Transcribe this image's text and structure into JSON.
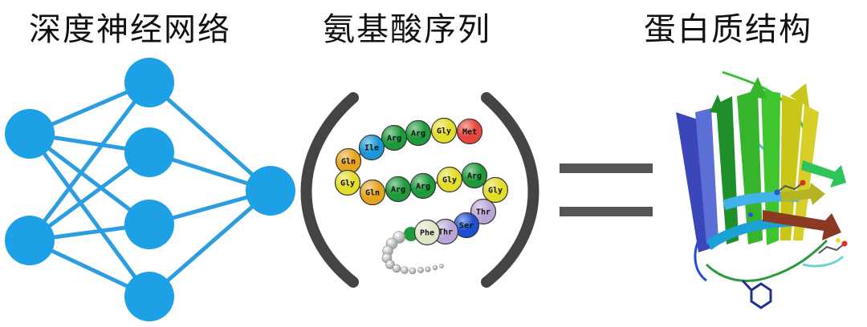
{
  "titles": {
    "neural_network": "深度神经网络",
    "amino_acid_sequence": "氨基酸序列",
    "protein_structure": "蛋白质结构"
  },
  "colors": {
    "node": "#1ea0e6",
    "edge": "#2b9de0",
    "bracket": "#444444",
    "equals": "#555555"
  },
  "network": {
    "layers": [
      2,
      4,
      1
    ]
  },
  "sequence": [
    {
      "label": "Met",
      "color": "#e8463c"
    },
    {
      "label": "Gly",
      "color": "#e2dc2a"
    },
    {
      "label": "Arg",
      "color": "#1f9a3b"
    },
    {
      "label": "Arg",
      "color": "#1f9a3b"
    },
    {
      "label": "Ile",
      "color": "#1b97d6"
    },
    {
      "label": "Gln",
      "color": "#e6a41f"
    },
    {
      "label": "Gly",
      "color": "#e2dc2a"
    },
    {
      "label": "Gln",
      "color": "#e6a41f"
    },
    {
      "label": "Arg",
      "color": "#1f9a3b"
    },
    {
      "label": "Arg",
      "color": "#1f9a3b"
    },
    {
      "label": "Gly",
      "color": "#e2dc2a"
    },
    {
      "label": "Arg",
      "color": "#1f9a3b"
    },
    {
      "label": "Gly",
      "color": "#e2dc2a"
    },
    {
      "label": "Thr",
      "color": "#b9a6d6"
    },
    {
      "label": "Ser",
      "color": "#1d4fd0"
    },
    {
      "label": "Thr",
      "color": "#b9a6d6"
    },
    {
      "label": "Phe",
      "color": "#dfe6c6"
    }
  ]
}
